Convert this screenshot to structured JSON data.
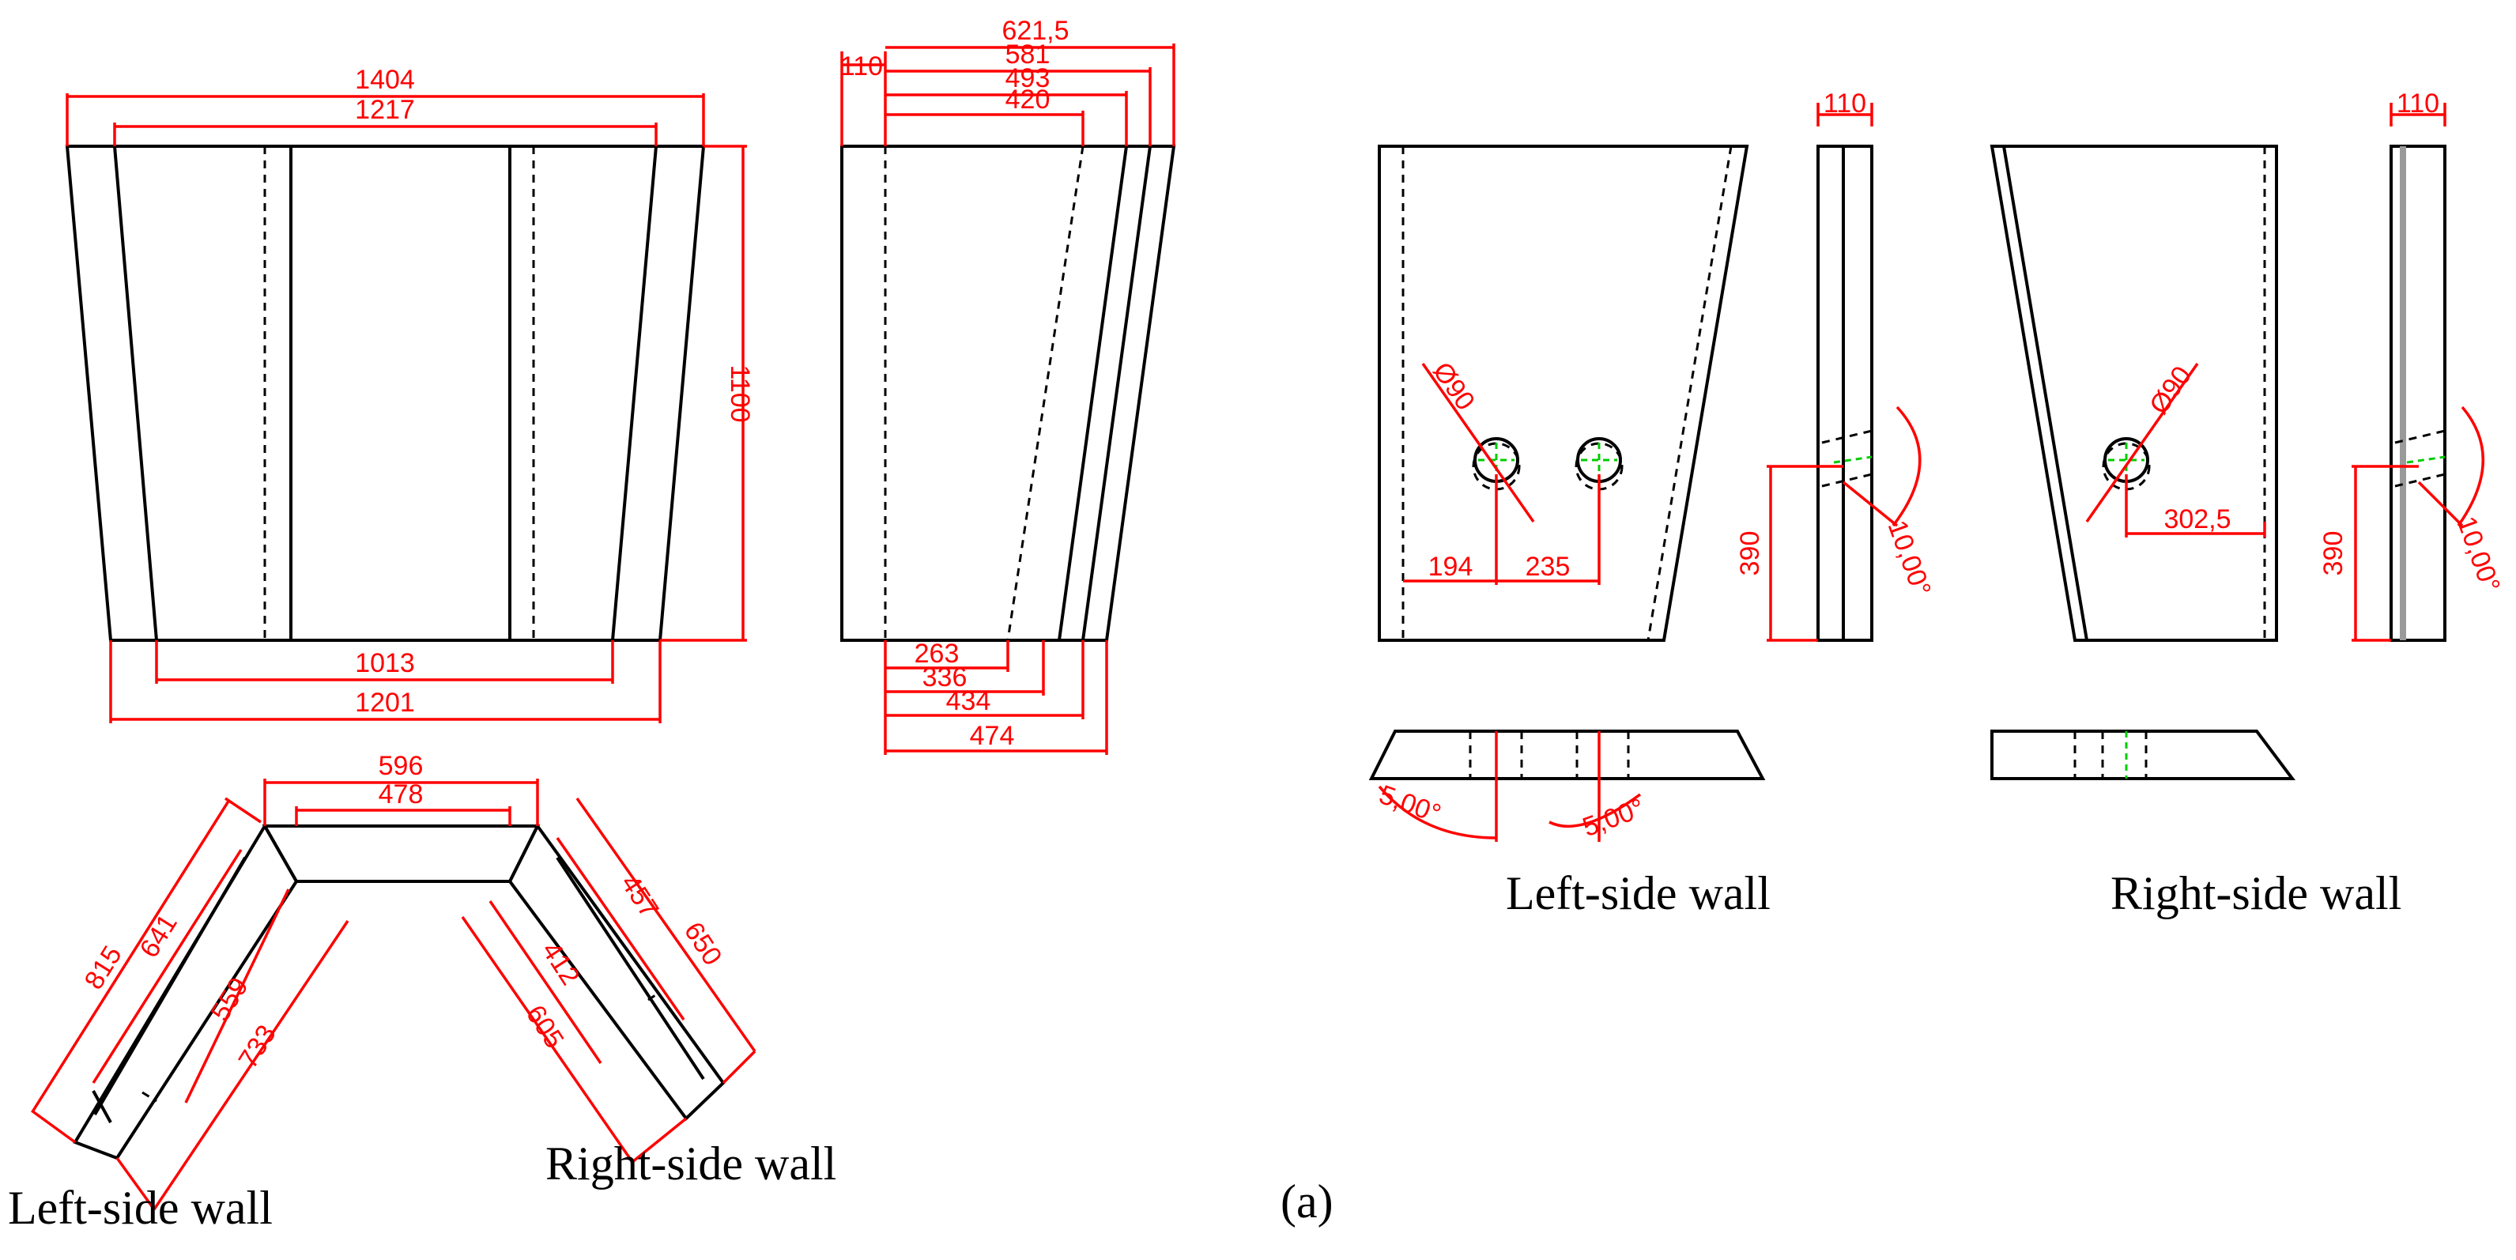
{
  "captions": {
    "left_wall_a": "Left-side wall",
    "right_wall_a": "Right-side wall",
    "left_wall_b": "Left-side wall",
    "right_wall_b": "Right-side wall",
    "panel": "(a)"
  },
  "dims": {
    "d1404": "1404",
    "d1217": "1217",
    "d1100": "1100",
    "d1013": "1013",
    "d1201": "1201",
    "d621": "621,5",
    "d581": "581",
    "d493": "493",
    "d420": "420",
    "d110a": "110",
    "d263": "263",
    "d336": "336",
    "d434": "434",
    "d474": "474",
    "d596": "596",
    "d478": "478",
    "d815": "815",
    "d641": "641",
    "d559": "559",
    "d733": "733",
    "d650": "650",
    "d457": "457",
    "d412": "412",
    "d605": "605",
    "d110b": "110",
    "d110c": "110",
    "phiL": "Ø90",
    "phiR": "Ø90",
    "d194": "194",
    "d235": "235",
    "d302": "302,5",
    "d390a": "390",
    "d390b": "390",
    "ang10a": "10,00°",
    "ang10b": "10,00°",
    "ang5a": "5,00°",
    "ang5b": "5,00°"
  }
}
